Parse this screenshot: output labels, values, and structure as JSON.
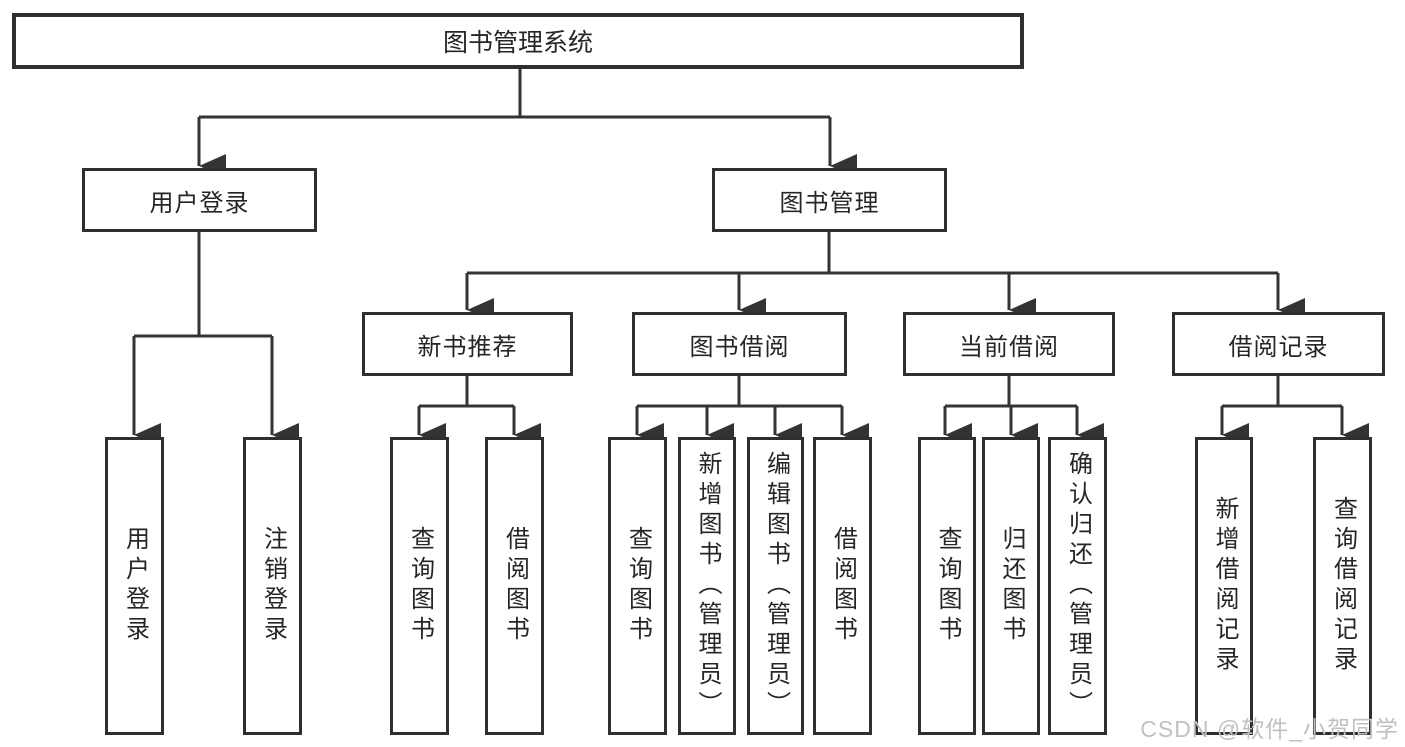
{
  "title": "图书管理系统",
  "tree": {
    "root": "图书管理系统",
    "branches": [
      {
        "label": "用户登录",
        "leaves": [
          "用户登录",
          "注销登录"
        ]
      },
      {
        "label": "图书管理",
        "groups": [
          {
            "label": "新书推荐",
            "leaves": [
              "查询图书",
              "借阅图书"
            ]
          },
          {
            "label": "图书借阅",
            "leaves": [
              "查询图书",
              "新增图书（管理员）",
              "编辑图书（管理员）",
              "借阅图书"
            ]
          },
          {
            "label": "当前借阅",
            "leaves": [
              "查询图书",
              "归还图书",
              "确认归还（管理员）"
            ]
          },
          {
            "label": "借阅记录",
            "leaves": [
              "新增借阅记录",
              "查询借阅记录"
            ]
          }
        ]
      }
    ]
  },
  "watermark": "CSDN @软件_小贺同学",
  "colors": {
    "line": "#333333",
    "border": "#2f2f2f",
    "text": "#262626",
    "watermark": "#c0c0c0",
    "background": "#ffffff"
  }
}
